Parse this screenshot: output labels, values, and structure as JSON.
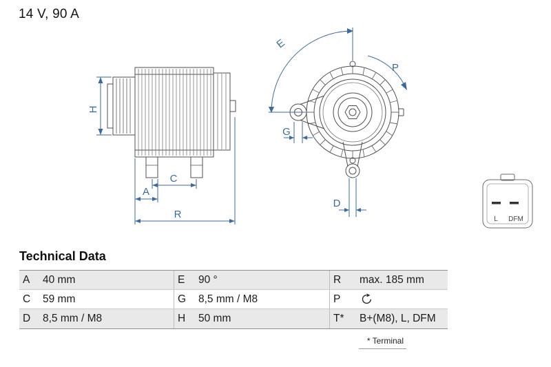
{
  "header": {
    "rating": "14 V, 90 A"
  },
  "drawing": {
    "dimension_labels": {
      "H": "H",
      "A": "A",
      "C": "C",
      "R": "R",
      "E": "E",
      "P": "P",
      "G": "G",
      "D": "D"
    },
    "connector": {
      "pin_left": "L",
      "pin_right": "DFM"
    }
  },
  "technical_data": {
    "title": "Technical Data",
    "rows": [
      {
        "c1": {
          "key": "A",
          "value": "40 mm"
        },
        "c2": {
          "key": "E",
          "value": "90 °"
        },
        "c3": {
          "key": "R",
          "value": "max. 185 mm"
        }
      },
      {
        "c1": {
          "key": "C",
          "value": "59 mm"
        },
        "c2": {
          "key": "G",
          "value": "8,5 mm / M8"
        },
        "c3": {
          "key": "P",
          "value": "",
          "icon": "clockwise-rotation-icon"
        }
      },
      {
        "c1": {
          "key": "D",
          "value": "8,5 mm / M8"
        },
        "c2": {
          "key": "H",
          "value": "50 mm"
        },
        "c3": {
          "key": "T*",
          "value": "B+(M8), L, DFM"
        }
      }
    ],
    "footnote": "* Terminal"
  },
  "colors": {
    "dimension_blue": "#3d6a9e",
    "drawing_line": "#4f4f4f"
  }
}
